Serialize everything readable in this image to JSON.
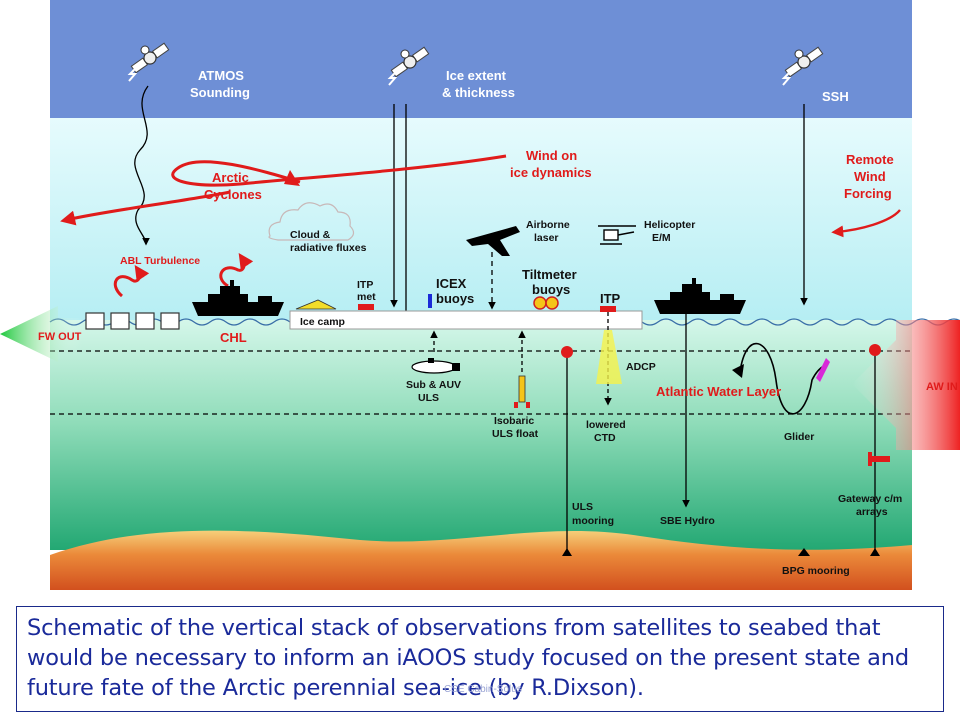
{
  "labels": {
    "atmos": [
      "ATMOS",
      "Sounding"
    ],
    "ice_extent": [
      "Ice extent",
      "& thickness"
    ],
    "ssh": "SSH",
    "wind_on_ice": [
      "Wind on",
      "ice dynamics"
    ],
    "remote_wind": [
      "Remote",
      "Wind",
      "Forcing"
    ],
    "arctic_cyclones": [
      "Arctic",
      "Cyclones"
    ],
    "cloud_flux": [
      "Cloud &",
      "radiative fluxes"
    ],
    "airborne_laser": [
      "Airborne",
      "laser"
    ],
    "helicopter": [
      "Helicopter",
      "E/M"
    ],
    "abl": "ABL Turbulence",
    "itp_met": [
      "ITP",
      "met"
    ],
    "icex": [
      "ICEX",
      "buoys"
    ],
    "tiltmeter": [
      "Tiltmeter",
      "buoys"
    ],
    "itp": "ITP",
    "fw_out": "FW OUT",
    "chl": "CHL",
    "ice_camp": "Ice camp",
    "aw_in": "AW IN",
    "adcp": "ADCP",
    "atlantic_layer": "Atlantic Water Layer",
    "sub_auv": [
      "Sub & AUV",
      "ULS"
    ],
    "isobaric": [
      "Isobaric",
      "ULS float"
    ],
    "lowered_ctd": [
      "lowered",
      "CTD"
    ],
    "glider": "Glider",
    "uls_mooring": [
      "ULS",
      "mooring"
    ],
    "sbe_hydro": "SBE Hydro",
    "gateway": [
      "Gateway c/m",
      "arrays"
    ],
    "bpg": "BPG mooring"
  },
  "caption": "Schematic of the vertical stack of observations from satellites to seabed that would be necessary to inform an iAOOS study focused on the present state and future fate of the Arctic perennial sea-ice (by R.Dixson).",
  "watermark": "CSE Cabin-Solus",
  "colors": {
    "sky": "#6e8fd6",
    "air": "#c9f3f6",
    "ocean_top": "#c8f2e2",
    "ocean_bottom": "#2bb07a",
    "seabed": "#e0642a",
    "red": "#e01b1b",
    "caption_text": "#1a2a9a"
  }
}
